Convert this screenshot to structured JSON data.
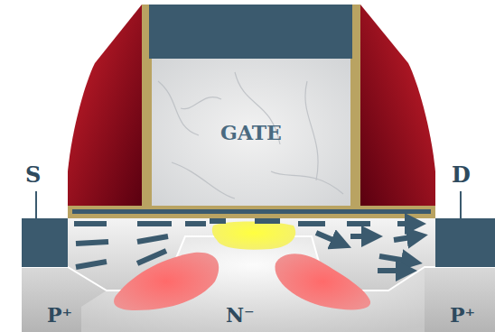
{
  "diagram": {
    "nodes": [
      {
        "text": [
          "GATE"
        ]
      }
    ],
    "labels": [
      "S",
      "D",
      "P⁺",
      "N⁻",
      "P⁺"
    ]
  }
}
